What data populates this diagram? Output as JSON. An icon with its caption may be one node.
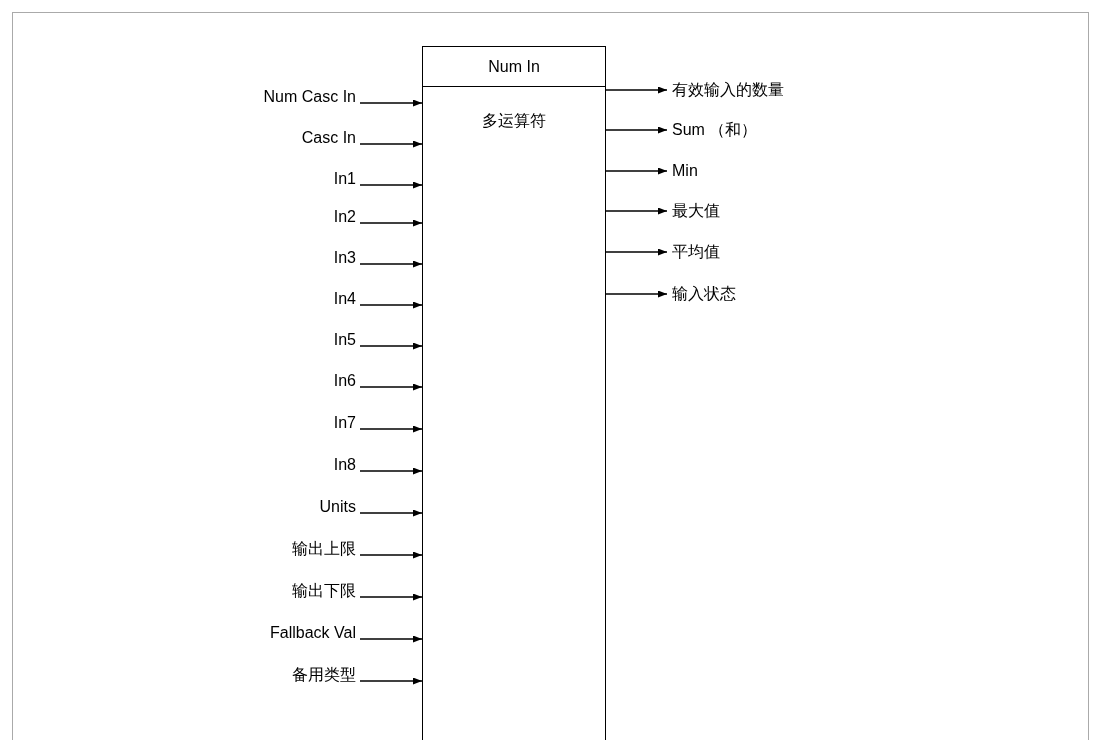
{
  "diagram": {
    "nodes": [
      {
        "text": [
          "Num In",
          "多运算符"
        ]
      },
      {
        "text": [
          "Num Casc In"
        ]
      },
      {
        "text": [
          "Casc In"
        ]
      },
      {
        "text": [
          "In1"
        ]
      },
      {
        "text": [
          "In2"
        ]
      },
      {
        "text": [
          "In3"
        ]
      },
      {
        "text": [
          "In4"
        ]
      },
      {
        "text": [
          "In5"
        ]
      },
      {
        "text": [
          "In6"
        ]
      },
      {
        "text": [
          "In7"
        ]
      },
      {
        "text": [
          "In8"
        ]
      },
      {
        "text": [
          "Units"
        ]
      },
      {
        "text": [
          "输出上限"
        ]
      },
      {
        "text": [
          "输出下限"
        ]
      },
      {
        "text": [
          "Fallback Val"
        ]
      },
      {
        "text": [
          "备用类型"
        ]
      },
      {
        "text": [
          "有效输入的数量"
        ]
      },
      {
        "text": [
          "Sum （和）"
        ]
      },
      {
        "text": [
          "Min"
        ]
      },
      {
        "text": [
          "最大值"
        ]
      },
      {
        "text": [
          "平均值"
        ]
      },
      {
        "text": [
          "输入状态"
        ]
      }
    ],
    "edges": [
      {
        "from": 1,
        "to": 0,
        "arrow": "to"
      },
      {
        "from": 2,
        "to": 0,
        "arrow": "to"
      },
      {
        "from": 3,
        "to": 0,
        "arrow": "to"
      },
      {
        "from": 4,
        "to": 0,
        "arrow": "to"
      },
      {
        "from": 5,
        "to": 0,
        "arrow": "to"
      },
      {
        "from": 6,
        "to": 0,
        "arrow": "to"
      },
      {
        "from": 7,
        "to": 0,
        "arrow": "to"
      },
      {
        "from": 8,
        "to": 0,
        "arrow": "to"
      },
      {
        "from": 9,
        "to": 0,
        "arrow": "to"
      },
      {
        "from": 10,
        "to": 0,
        "arrow": "to"
      },
      {
        "from": 11,
        "to": 0,
        "arrow": "to"
      },
      {
        "from": 12,
        "to": 0,
        "arrow": "to"
      },
      {
        "from": 13,
        "to": 0,
        "arrow": "to"
      },
      {
        "from": 14,
        "to": 0,
        "arrow": "to"
      },
      {
        "from": 15,
        "to": 0,
        "arrow": "to"
      },
      {
        "from": 0,
        "to": 16,
        "arrow": "to"
      },
      {
        "from": 0,
        "to": 17,
        "arrow": "to"
      },
      {
        "from": 0,
        "to": 18,
        "arrow": "to"
      },
      {
        "from": 0,
        "to": 19,
        "arrow": "to"
      },
      {
        "from": 0,
        "to": 20,
        "arrow": "to"
      },
      {
        "from": 0,
        "to": 21,
        "arrow": "to"
      }
    ]
  }
}
